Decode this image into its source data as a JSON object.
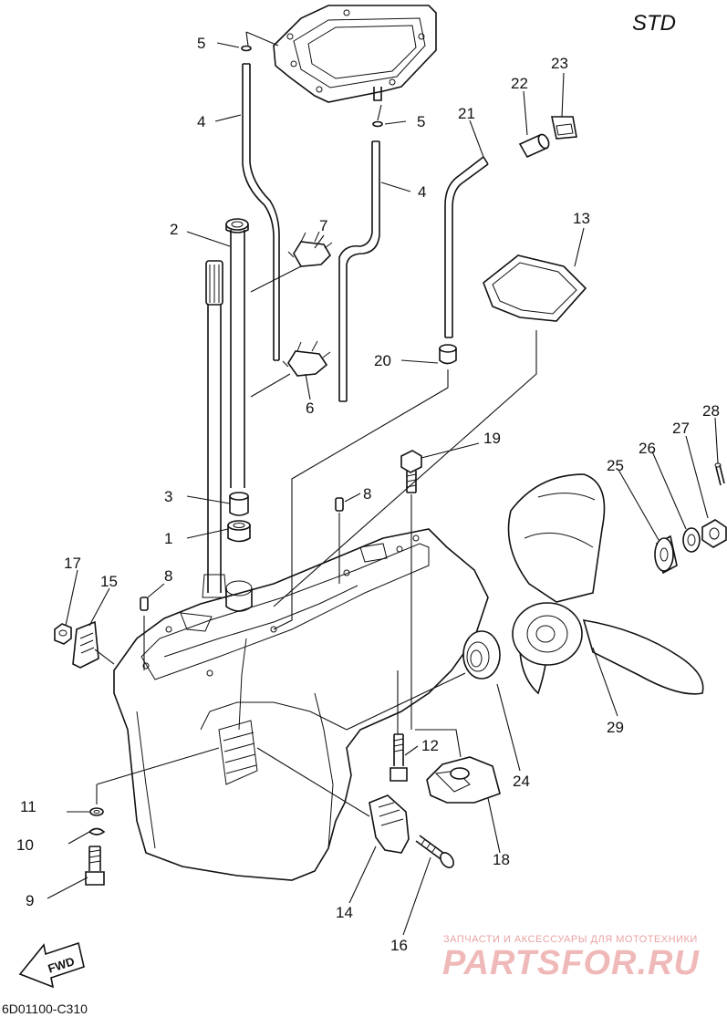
{
  "header": {
    "variant_label": "STD"
  },
  "footer": {
    "diagram_code": "6D01100-C310"
  },
  "fwd_marker": {
    "label": "FWD"
  },
  "watermark": {
    "tagline": "ЗАПЧАСТИ И АКСЕССУАРЫ ДЛЯ МОТОТЕХНИКИ",
    "brand": "PARTSFOR.RU",
    "color": "#e9a3a3"
  },
  "callouts": {
    "n1": "1",
    "n2": "2",
    "n3": "3",
    "n4a": "4",
    "n4b": "4",
    "n5a": "5",
    "n5b": "5",
    "n6": "6",
    "n7": "7",
    "n8a": "8",
    "n8b": "8",
    "n9": "9",
    "n10": "10",
    "n11": "11",
    "n12": "12",
    "n13": "13",
    "n14": "14",
    "n15": "15",
    "n16": "16",
    "n17": "17",
    "n18": "18",
    "n19": "19",
    "n20": "20",
    "n21": "21",
    "n22": "22",
    "n23": "23",
    "n24": "24",
    "n25": "25",
    "n26": "26",
    "n27": "27",
    "n28": "28",
    "n29": "29"
  }
}
